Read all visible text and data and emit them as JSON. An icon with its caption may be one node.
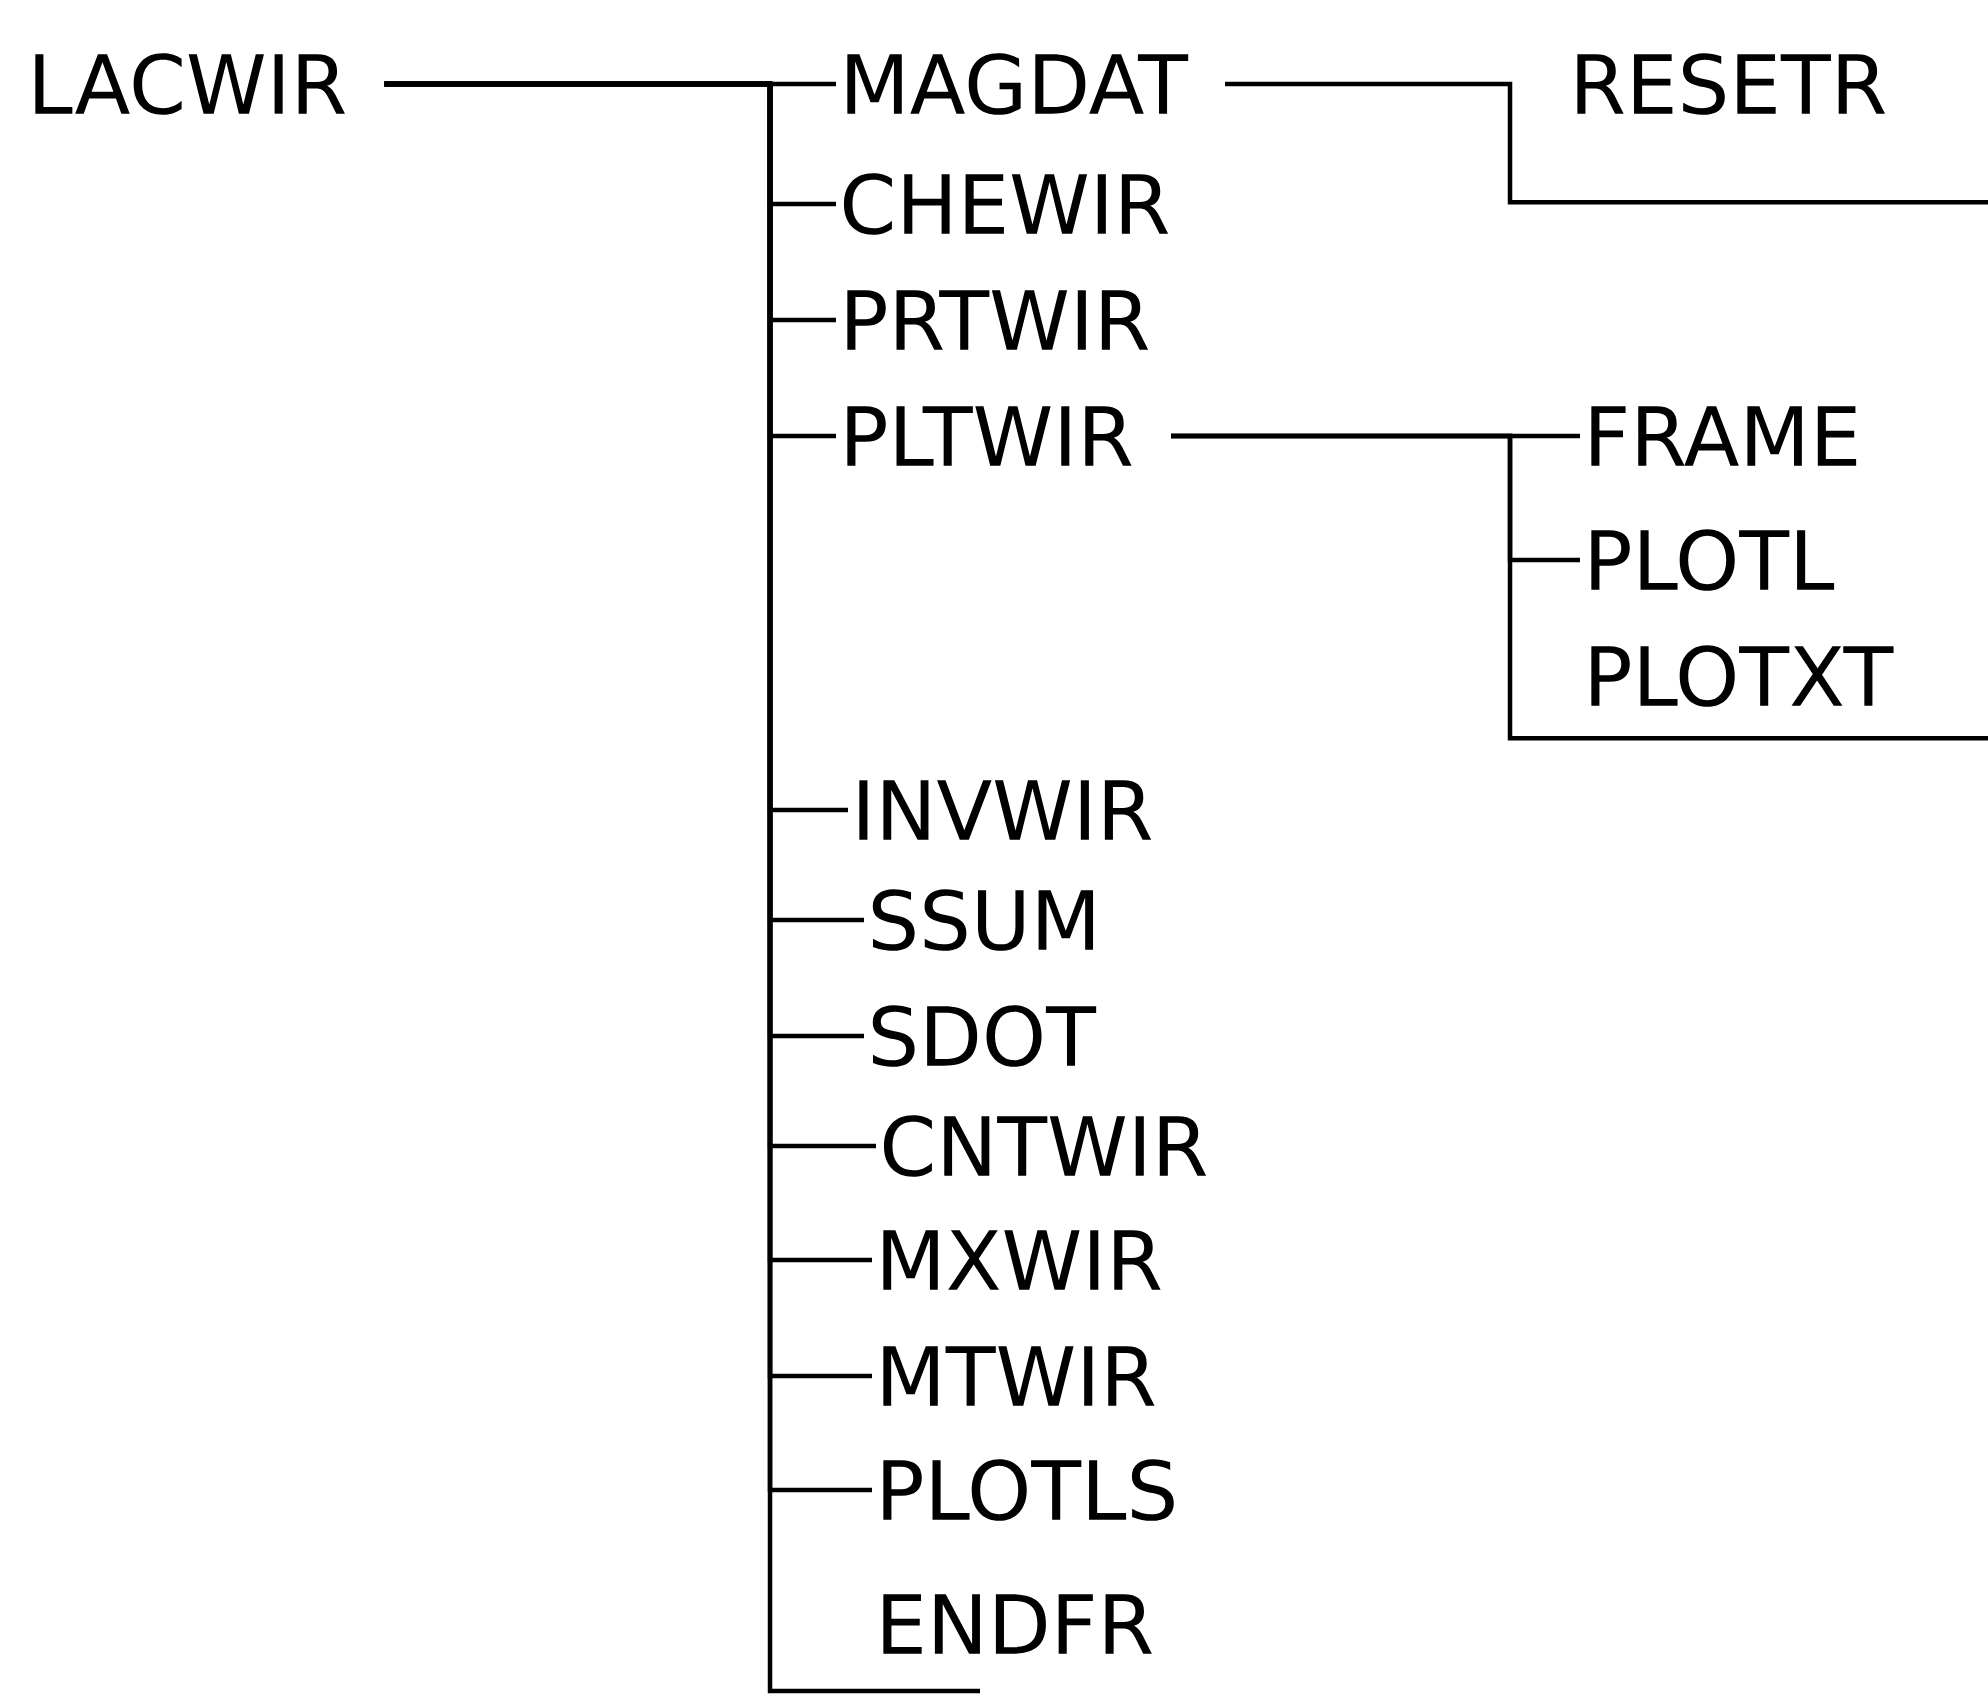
{
  "diagram": {
    "nodes": [
      {
        "text": [
          "LACWIR"
        ]
      },
      {
        "text": [
          "MAGDAT"
        ]
      },
      {
        "text": [
          "RESETR"
        ]
      },
      {
        "text": [
          "CHEWIR"
        ]
      },
      {
        "text": [
          "PRTWIR"
        ]
      },
      {
        "text": [
          "PLTWIR"
        ]
      },
      {
        "text": [
          "FRAME"
        ]
      },
      {
        "text": [
          "PLOTL"
        ]
      },
      {
        "text": [
          "PLOTXT"
        ]
      },
      {
        "text": [
          "INVWIR"
        ]
      },
      {
        "text": [
          "SSUM"
        ]
      },
      {
        "text": [
          "SDOT"
        ]
      },
      {
        "text": [
          "CNTWIR"
        ]
      },
      {
        "text": [
          "MXWIR"
        ]
      },
      {
        "text": [
          "MTWIR"
        ]
      },
      {
        "text": [
          "PLOTLS"
        ]
      },
      {
        "text": [
          "ENDFR"
        ]
      }
    ],
    "edges": [
      {
        "from": 0,
        "to": 1,
        "arrow": "none"
      },
      {
        "from": 0,
        "to": 3,
        "arrow": "none"
      },
      {
        "from": 0,
        "to": 4,
        "arrow": "none"
      },
      {
        "from": 0,
        "to": 5,
        "arrow": "none"
      },
      {
        "from": 0,
        "to": 9,
        "arrow": "none"
      },
      {
        "from": 0,
        "to": 10,
        "arrow": "none"
      },
      {
        "from": 0,
        "to": 11,
        "arrow": "none"
      },
      {
        "from": 0,
        "to": 12,
        "arrow": "none"
      },
      {
        "from": 0,
        "to": 13,
        "arrow": "none"
      },
      {
        "from": 0,
        "to": 14,
        "arrow": "none"
      },
      {
        "from": 0,
        "to": 15,
        "arrow": "none"
      },
      {
        "from": 0,
        "to": 16,
        "arrow": "none"
      },
      {
        "from": 1,
        "to": 2,
        "arrow": "none"
      },
      {
        "from": 5,
        "to": 6,
        "arrow": "none"
      },
      {
        "from": 5,
        "to": 7,
        "arrow": "none"
      },
      {
        "from": 5,
        "to": 8,
        "arrow": "none"
      }
    ]
  }
}
